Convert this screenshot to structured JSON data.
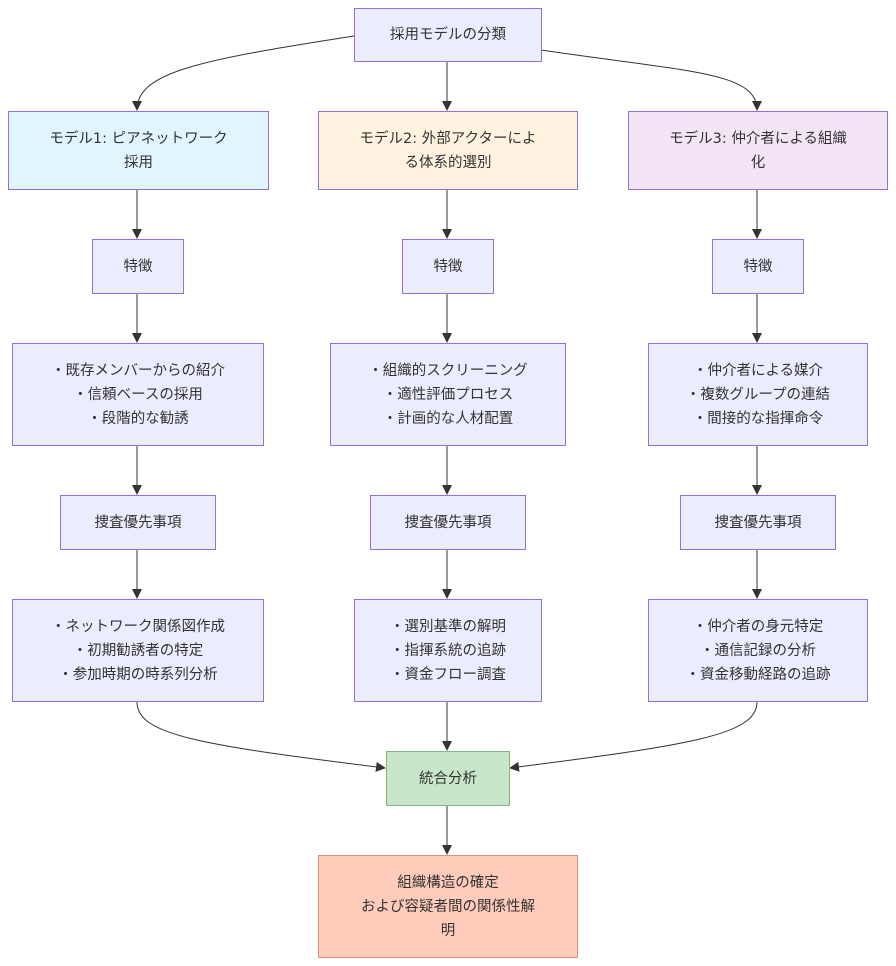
{
  "colors": {
    "default_fill": "#ECECFF",
    "default_border": "#9370DB",
    "model1_fill": "#E1F5FE",
    "model2_fill": "#FFF3E0",
    "model3_fill": "#F3E5F5",
    "integrate_fill": "#C8E6C9",
    "integrate_border": "#81B784",
    "final_fill": "#FFCCBC",
    "final_border": "#E0917A",
    "edge": "#333333"
  },
  "nodes": {
    "root": {
      "lines": [
        "採用モデルの分類"
      ]
    },
    "model1": {
      "lines": [
        "モデル1: ピアネットワーク",
        "採用"
      ]
    },
    "model2": {
      "lines": [
        "モデル2: 外部アクターによ",
        "る体系的選別"
      ]
    },
    "model3": {
      "lines": [
        "モデル3: 仲介者による組織",
        "化"
      ]
    },
    "feat1": {
      "lines": [
        "特徴"
      ]
    },
    "feat2": {
      "lines": [
        "特徴"
      ]
    },
    "feat3": {
      "lines": [
        "特徴"
      ]
    },
    "featlist1": {
      "lines": [
        "・既存メンバーからの紹介",
        "・信頼ベースの採用",
        "・段階的な勧誘"
      ]
    },
    "featlist2": {
      "lines": [
        "・組織的スクリーニング",
        "・適性評価プロセス",
        "・計画的な人材配置"
      ]
    },
    "featlist3": {
      "lines": [
        "・仲介者による媒介",
        "・複数グループの連結",
        "・間接的な指揮命令"
      ]
    },
    "prio1": {
      "lines": [
        "捜査優先事項"
      ]
    },
    "prio2": {
      "lines": [
        "捜査優先事項"
      ]
    },
    "prio3": {
      "lines": [
        "捜査優先事項"
      ]
    },
    "priolist1": {
      "lines": [
        "・ネットワーク関係図作成",
        "・初期勧誘者の特定",
        "・参加時期の時系列分析"
      ]
    },
    "priolist2": {
      "lines": [
        "・選別基準の解明",
        "・指揮系統の追跡",
        "・資金フロー調査"
      ]
    },
    "priolist3": {
      "lines": [
        "・仲介者の身元特定",
        "・通信記録の分析",
        "・資金移動経路の追跡"
      ]
    },
    "integrate": {
      "lines": [
        "統合分析"
      ]
    },
    "final": {
      "lines": [
        "組織構造の確定",
        "および容疑者間の関係性解",
        "明"
      ]
    }
  }
}
